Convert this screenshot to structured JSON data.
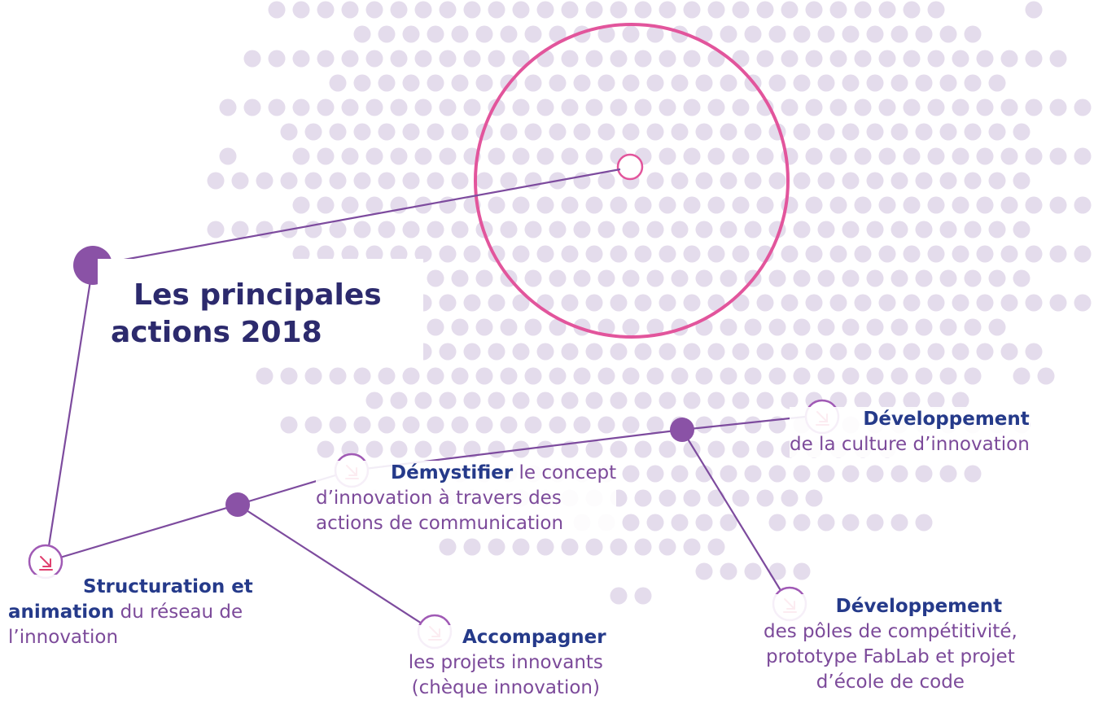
{
  "title": {
    "line1": "Les principales",
    "line2": "actions 2018"
  },
  "colors": {
    "dots": "#e4dcec",
    "connector": "#7d4b9e",
    "node": "#8a52a6",
    "ring": "#e2559c",
    "arrow_bullet": "#a05ab5",
    "arrow_glyph": "#e0406f",
    "title_text": "#2c2a6d",
    "label_bold": "#253a8a",
    "label_text": "#7c4a9a"
  },
  "icons": {
    "bullet": "arrow-down-right-icon"
  },
  "actions": {
    "structuration": {
      "bold": "Structuration et",
      "bold2": "animation",
      "rest1": " du réseau de",
      "rest2": "l’innovation"
    },
    "demystifier": {
      "bold": "Démystifier",
      "rest1": " le concept",
      "rest2": "d’innovation à travers des",
      "rest3": "actions de communication"
    },
    "accompagner": {
      "bold": "Accompagner",
      "rest1": "les projets innovants",
      "rest2": "(chèque innovation)"
    },
    "culture": {
      "bold": "Développement",
      "rest1": "de la culture d’innovation"
    },
    "poles": {
      "bold": "Développement",
      "rest1": "des pôles de compétitivité,",
      "rest2": "prototype FabLab et projet",
      "rest3": "d’école de code"
    }
  }
}
